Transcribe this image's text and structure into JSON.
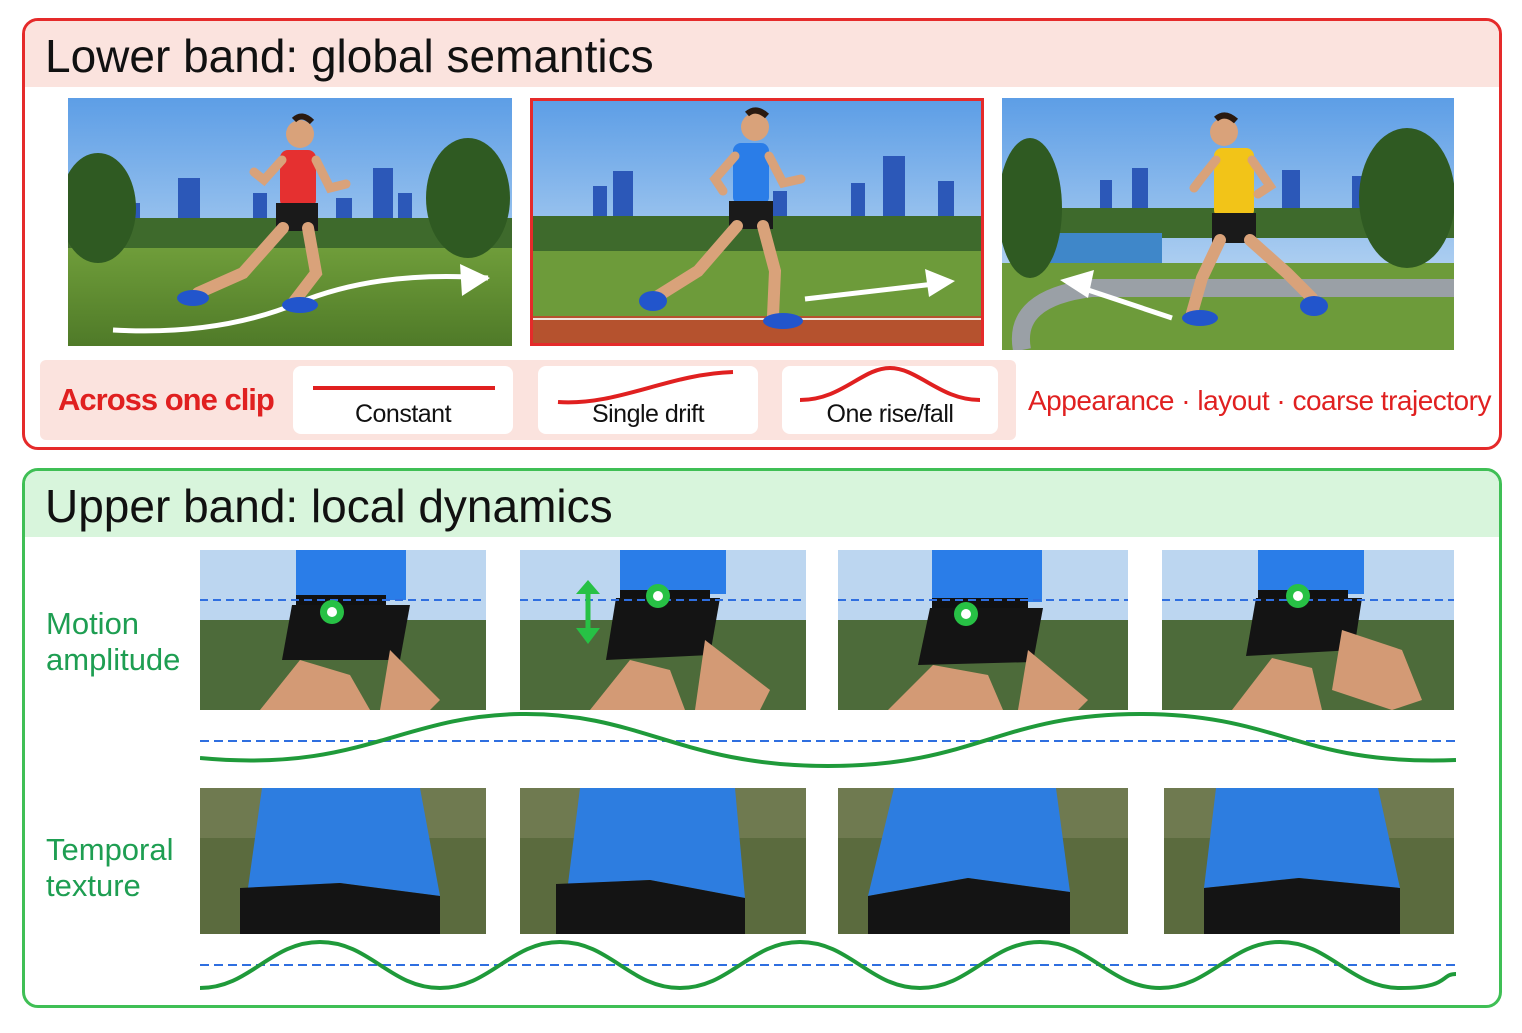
{
  "lower_band": {
    "title": "Lower band: global semantics",
    "legend_title": "Across one clip",
    "legend": [
      {
        "label": "Constant",
        "shape": "flat-line"
      },
      {
        "label": "Single drift",
        "shape": "s-curve"
      },
      {
        "label": "One rise/fall",
        "shape": "bump"
      }
    ],
    "summary": "Appearance · layout · coarse trajectory",
    "frames": [
      {
        "shirt_color": "#e53030",
        "arrow": "right-curved"
      },
      {
        "shirt_color": "#2a7de8",
        "arrow": "right",
        "highlighted": true
      },
      {
        "shirt_color": "#f2c418",
        "arrow": "left"
      }
    ]
  },
  "upper_band": {
    "title": "Upper band: local dynamics",
    "rows": [
      {
        "label_line1": "Motion",
        "label_line2": "amplitude",
        "frames": 4,
        "wave_cycles": 2
      },
      {
        "label_line1": "Temporal",
        "label_line2": "texture",
        "frames": 4,
        "wave_cycles": 5
      }
    ]
  },
  "colors": {
    "red_accent": "#e52a2a",
    "green_accent": "#3fbf55",
    "label_green": "#1e9e52",
    "wave_green": "#1f9a3a",
    "baseline_blue": "#2f6fe0"
  }
}
